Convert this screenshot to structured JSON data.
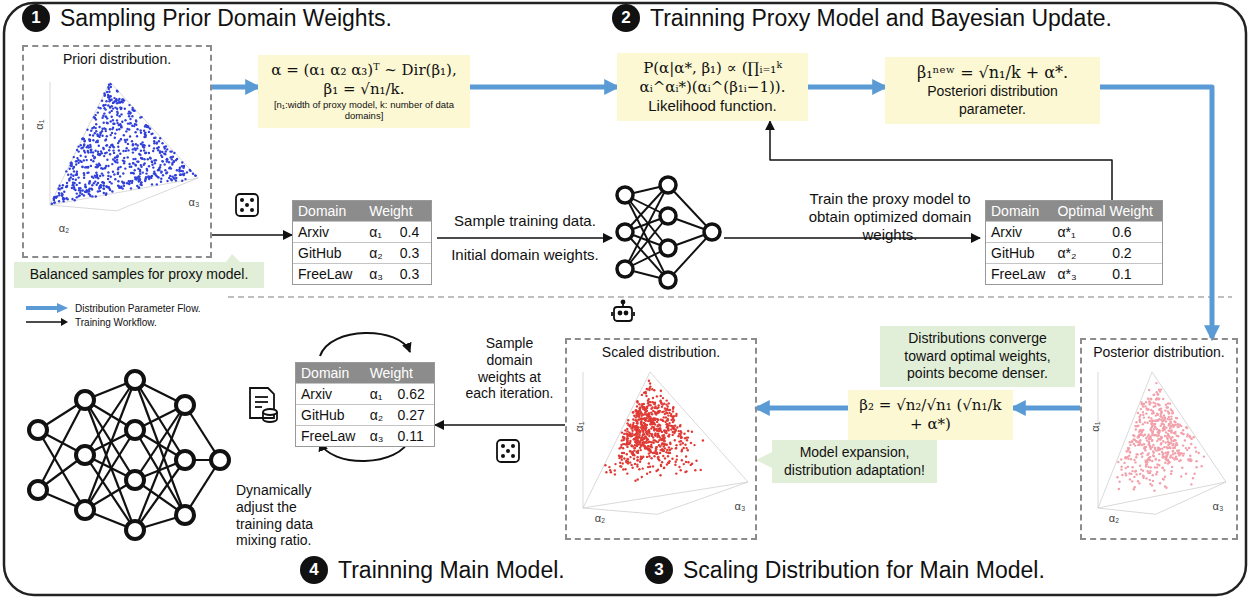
{
  "diagram": {
    "nodes": [
      {
        "text": [
          "1",
          "Sampling Prior Domain Weights."
        ]
      },
      {
        "text": [
          "2",
          "Trainning Proxy Model and Bayesian Update."
        ]
      },
      {
        "text": [
          "Priori distribution."
        ]
      },
      {
        "text": [
          "α = (α₁ α₂ α₃)ᵀ ~ Dir(β₁), β₁ = √n₁/k.",
          "[n₁:width of proxy model, k: number of data domains]"
        ]
      },
      {
        "text": [
          "P(α|α*, β₁) ∝ (∏ᵢ₌₁ᵏ αᵢ^αᵢ*)(αᵢ^(β₁ᵢ−1)).",
          "Likelihood function."
        ]
      },
      {
        "text": [
          "β₁ⁿᵉʷ = √n₁/k + α*.",
          "Posteriori distribution parameter."
        ]
      },
      {
        "text": [
          "Domain",
          "Weight",
          "Arxiv",
          "α₁",
          "0.4",
          "GitHub",
          "α₂",
          "0.3",
          "FreeLaw",
          "α₃",
          "0.3"
        ]
      },
      {
        "text": [
          "Domain",
          "Optimal Weight",
          "Arxiv",
          "α*₁",
          "0.6",
          "GitHub",
          "α*₂",
          "0.2",
          "FreeLaw",
          "α*₃",
          "0.1"
        ]
      },
      {
        "text": [
          "Balanced samples for proxy model."
        ]
      },
      {
        "text": [
          "Posterior distribution."
        ]
      },
      {
        "text": [
          "Distributions converge toward optimal weights, points become denser."
        ]
      },
      {
        "text": [
          "β₂ = √n₂/√n₁ (√n₁/k + α*)"
        ]
      },
      {
        "text": [
          "Model expansion, distribution adaptation!"
        ]
      },
      {
        "text": [
          "Scaled distribution."
        ]
      },
      {
        "text": [
          "Domain",
          "Weight",
          "Arxiv",
          "α₁",
          "0.62",
          "GitHub",
          "α₂",
          "0.27",
          "FreeLaw",
          "α₃",
          "0.11"
        ]
      },
      {
        "text": [
          "4",
          "Trainning Main Model."
        ]
      },
      {
        "text": [
          "3",
          "Scaling Distribution for Main Model."
        ]
      }
    ],
    "edges": [
      {
        "from": 2,
        "to": 3,
        "arrow": "to"
      },
      {
        "from": 3,
        "to": 4,
        "arrow": "to"
      },
      {
        "from": 4,
        "to": 5,
        "arrow": "to"
      },
      {
        "from": 5,
        "to": 9,
        "arrow": "to"
      },
      {
        "from": 7,
        "to": 4,
        "arrow": "to"
      },
      {
        "from": 9,
        "to": 11,
        "arrow": "to"
      },
      {
        "from": 11,
        "to": 13,
        "arrow": "to"
      },
      {
        "from": 13,
        "to": 14,
        "arrow": "to"
      },
      {
        "from": 2,
        "to": 6,
        "arrow": "to"
      }
    ],
    "labels": [
      "Sample training data.",
      "Initial domain weights.",
      "Train the proxy model to obtain optimized domain weights.",
      "Sample domain weights at each iteration.",
      "Dynamically adjust the training data mixing ratio.",
      "α₁",
      "α₂",
      "α₃",
      "α₁",
      "α₂",
      "α₃",
      "α₁",
      "α₂",
      "α₃"
    ],
    "legend": [
      {
        "text": "Distribution Parameter Flow."
      },
      {
        "text": "Training Workflow."
      }
    ]
  }
}
